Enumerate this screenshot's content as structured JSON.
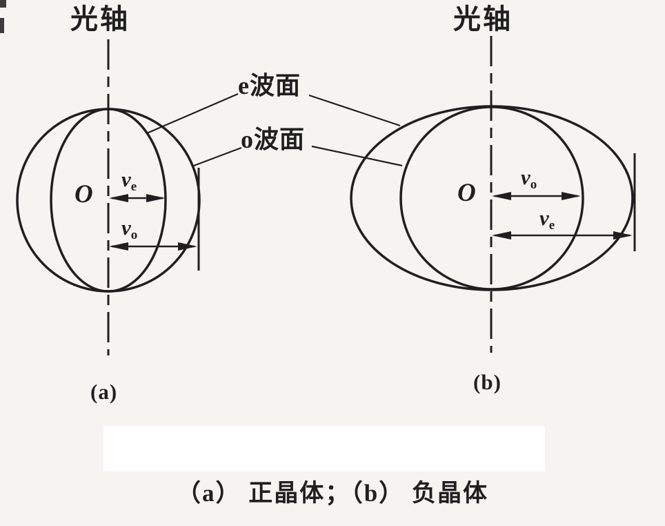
{
  "figure": {
    "colors": {
      "bg": "#f5f4f1",
      "panel": "#ffffff",
      "ink": "#1f1f1f"
    },
    "diagram_a": {
      "axis_label": "光轴",
      "origin_label": "O",
      "sublabel": "(a)",
      "velocity_upper": {
        "base": "v",
        "sub": "e"
      },
      "velocity_lower": {
        "base": "v",
        "sub": "o"
      }
    },
    "diagram_b": {
      "axis_label": "光轴",
      "origin_label": "O",
      "sublabel": "(b)",
      "velocity_upper": {
        "base": "v",
        "sub": "o"
      },
      "velocity_lower": {
        "base": "v",
        "sub": "e"
      }
    },
    "wavefront_labels": {
      "e_surface": "e波面",
      "o_surface": "o波面"
    },
    "caption": "（a） 正晶体；（b） 负晶体"
  }
}
